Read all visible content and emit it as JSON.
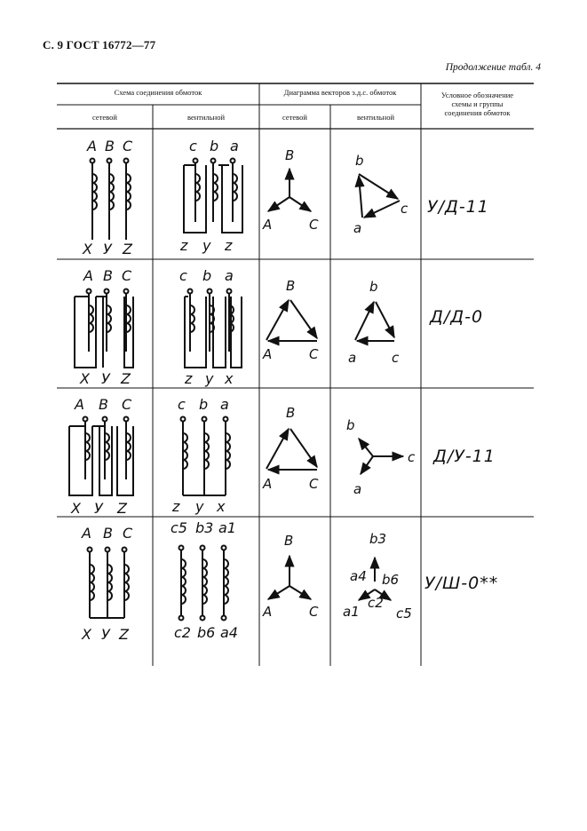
{
  "document": {
    "page_header": "С. 9 ГОСТ 16772—77",
    "continuation": "Продолжение табл. 4"
  },
  "table": {
    "headers": {
      "scheme": "Схема соединения обмоток",
      "diagram": "Диаграмма векторов э.д.с. обмоток",
      "designation": [
        "Условное обозначение",
        "схемы и группы",
        "соединения обмоток"
      ],
      "network": "сетевой",
      "valve": "вентильной"
    },
    "rows": [
      {
        "network_top": [
          "A",
          "B",
          "C"
        ],
        "network_bottom": [
          "X",
          "У",
          "Z"
        ],
        "valve_top": [
          "c",
          "b",
          "a"
        ],
        "valve_bottom": [
          "z",
          "y",
          "z"
        ],
        "net_vec": [
          "B",
          "A",
          "C"
        ],
        "valve_vec": [
          "b",
          "c",
          "a"
        ],
        "code": "У/Д-11"
      },
      {
        "network_top": [
          "A",
          "B",
          "C"
        ],
        "network_bottom": [
          "X",
          "У",
          "Z"
        ],
        "valve_top": [
          "c",
          "b",
          "a"
        ],
        "valve_bottom": [
          "z",
          "y",
          "x"
        ],
        "net_vec": [
          "B",
          "A",
          "C"
        ],
        "valve_vec": [
          "b",
          "a",
          "c"
        ],
        "code": "Д/Д-0"
      },
      {
        "network_top": [
          "A",
          "B",
          "C"
        ],
        "network_bottom": [
          "X",
          "У",
          "Z"
        ],
        "valve_top": [
          "c",
          "b",
          "a"
        ],
        "valve_bottom": [
          "z",
          "y",
          "x"
        ],
        "net_vec": [
          "B",
          "A",
          "C"
        ],
        "valve_vec": [
          "b",
          "c",
          "a"
        ],
        "code": "Д/У-11"
      },
      {
        "network_top": [
          "A",
          "B",
          "C"
        ],
        "network_bottom": [
          "X",
          "У",
          "Z"
        ],
        "valve_top": [
          "c5",
          "b3",
          "a1"
        ],
        "valve_bottom": [
          "c2",
          "b6",
          "a4"
        ],
        "net_vec": [
          "B",
          "A",
          "C"
        ],
        "valve_vec": [
          "b3",
          "a4",
          "b6",
          "c2",
          "a1",
          "c5"
        ],
        "code": "У/Ш-0**"
      }
    ]
  }
}
